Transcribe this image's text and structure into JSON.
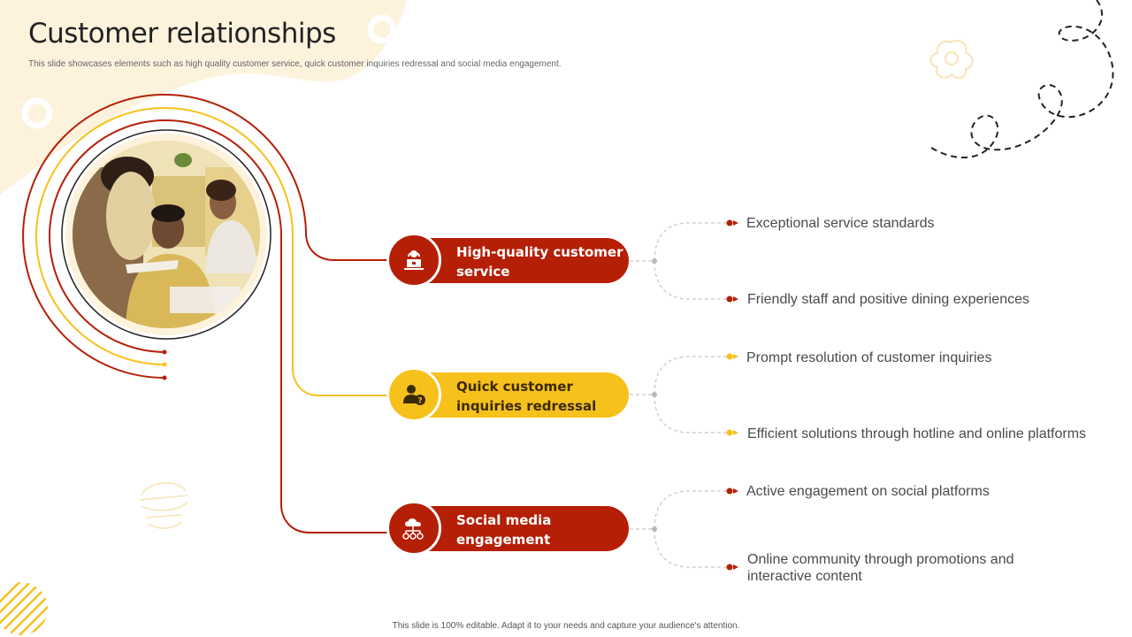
{
  "slide": {
    "title": "Customer relationships",
    "subtitle": "This slide showcases elements such as high quality customer service, quick customer inquiries redressal and social media engagement.",
    "footer": "This slide is 100% editable. Adapt it to your needs and capture your audience's attention."
  },
  "colors": {
    "red": "#b51f06",
    "yellow": "#f7c11b",
    "cream": "#fdf2dc",
    "text": "#4a4a4a"
  },
  "categories": [
    {
      "label": "High-quality customer service",
      "color": "red",
      "icon": "service-desk-icon",
      "points": [
        "Exceptional service standards",
        "Friendly staff and positive dining experiences"
      ]
    },
    {
      "label": "Quick customer inquiries redressal",
      "color": "yellow",
      "icon": "user-question-icon",
      "points": [
        "Prompt resolution of customer inquiries",
        "Efficient solutions through hotline and online platforms"
      ]
    },
    {
      "label": "Social media engagement",
      "color": "red",
      "icon": "cloud-network-icon",
      "points": [
        "Active engagement on social platforms",
        "Online community through promotions and interactive content"
      ]
    }
  ]
}
